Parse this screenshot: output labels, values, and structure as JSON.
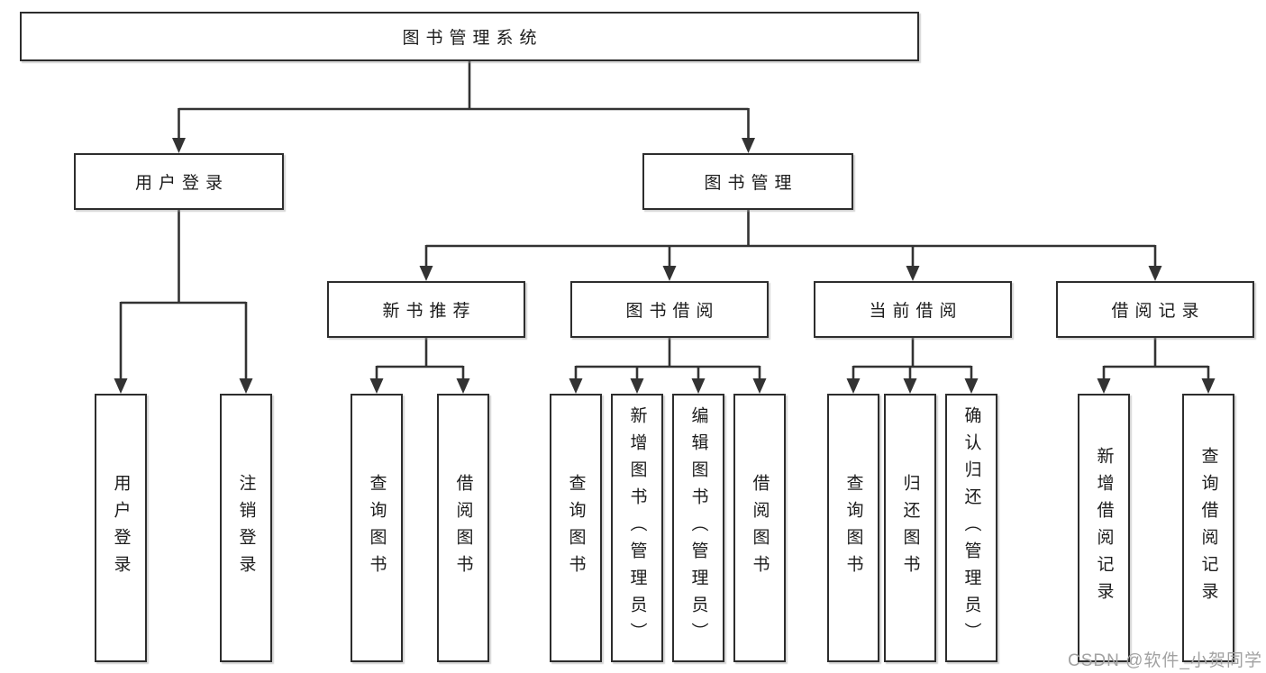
{
  "diagram": {
    "root": {
      "label": "图书管理系统"
    },
    "branches": [
      {
        "label": "用户登录",
        "children": [
          {
            "label": "用户登录"
          },
          {
            "label": "注销登录"
          }
        ]
      },
      {
        "label": "图书管理",
        "children": [
          {
            "label": "新书推荐",
            "children": [
              {
                "label": "查询图书"
              },
              {
                "label": "借阅图书"
              }
            ]
          },
          {
            "label": "图书借阅",
            "children": [
              {
                "label": "查询图书"
              },
              {
                "label": "新增图书（管理员）"
              },
              {
                "label": "编辑图书（管理员）"
              },
              {
                "label": "借阅图书"
              }
            ]
          },
          {
            "label": "当前借阅",
            "children": [
              {
                "label": "查询图书"
              },
              {
                "label": "归还图书"
              },
              {
                "label": "确认归还（管理员）"
              }
            ]
          },
          {
            "label": "借阅记录",
            "children": [
              {
                "label": "新增借阅记录"
              },
              {
                "label": "查询借阅记录"
              }
            ]
          }
        ]
      }
    ]
  },
  "watermark": {
    "text": "CSDN @软件_小贺同学"
  },
  "colors": {
    "background": "#ffffff",
    "line": "#333333",
    "box_border": "#2d2d2d",
    "box_fill": "#ffffff",
    "text": "#1c1c1c",
    "watermark": "#a2a2a2"
  }
}
